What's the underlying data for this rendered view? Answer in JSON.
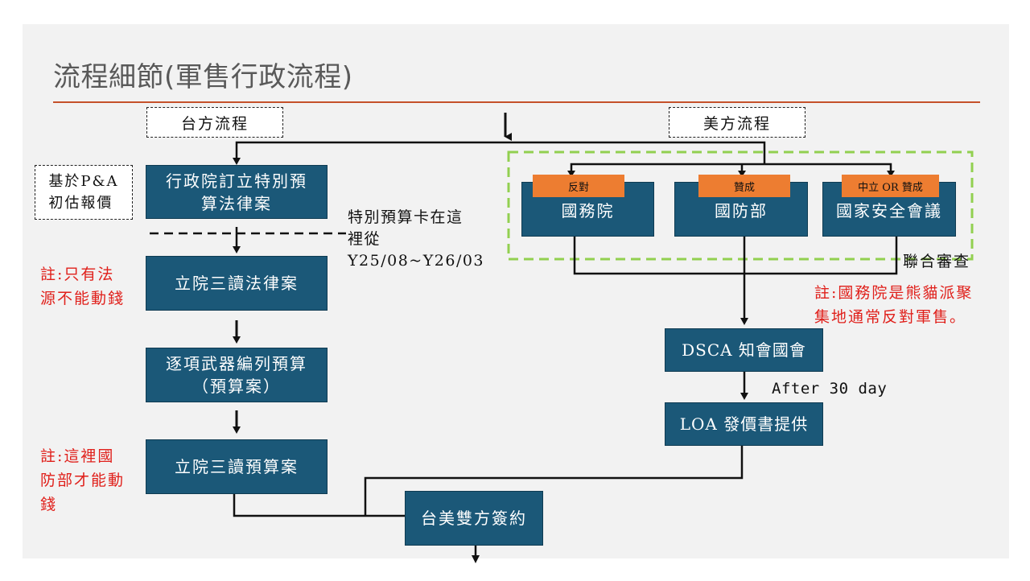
{
  "title": "流程細節(軍售行政流程)",
  "labels": {
    "taiwan_process": "台方流程",
    "us_process": "美方流程",
    "pa_estimate": "基於P&A\n初估報價"
  },
  "taiwan_steps": {
    "special_budget_bill": "行政院訂立特別預\n算法律案",
    "legislature_law": "立院三讀法律案",
    "weapon_budget": "逐項武器編列預算\n（預算案）",
    "legislature_budget": "立院三讀預算案",
    "sign": "台美雙方簽約"
  },
  "us_agencies": [
    {
      "name": "國務院",
      "stance": "反對"
    },
    {
      "name": "國防部",
      "stance": "贊成"
    },
    {
      "name": "國家安全會議",
      "stance": "中立 OR 贊成"
    }
  ],
  "us_steps": {
    "joint_review": "聯合審查",
    "dsca": "DSCA 知會國會",
    "after": "After 30 day",
    "loa": "LOA 發價書提供"
  },
  "notes": {
    "special_budget": "特別預算卡在這\n裡從\nY25/08~Y26/03",
    "law_only": "註:只有法\n源不能動錢",
    "mod_money": "註:這裡國\n防部才能動\n錢",
    "state_dept": "註:國務院是熊貓派聚\n集地通常反對軍售。"
  },
  "colors": {
    "box": "#1b5878",
    "tag": "#ed7d31",
    "note": "#e0201b",
    "rule": "#c5512a",
    "dash_green": "#92d050"
  }
}
